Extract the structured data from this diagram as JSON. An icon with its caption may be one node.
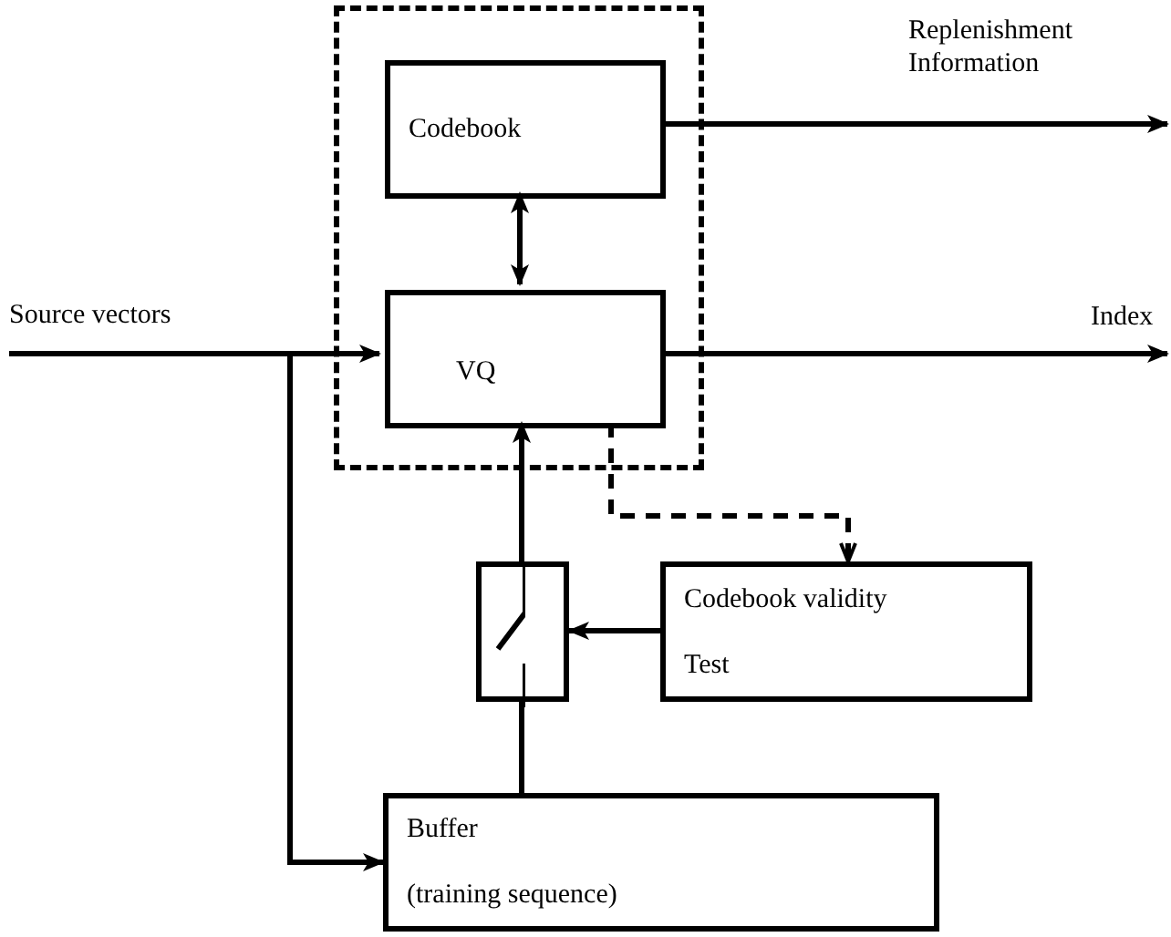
{
  "diagram": {
    "nodes": [
      {
        "text": [],
        "shape": "box"
      },
      {
        "text": [
          "Codebook"
        ],
        "in": 0
      },
      {
        "text": [
          "VQ"
        ],
        "in": 0
      },
      {
        "text": [],
        "shape": "box"
      },
      {
        "text": [
          "Codebook validity",
          "Test"
        ]
      },
      {
        "text": [
          "Buffer",
          "(training sequence)"
        ]
      }
    ],
    "edges": [
      {
        "from": null,
        "to": 2,
        "arrow": "to",
        "label": "Source vectors"
      },
      {
        "from": 1,
        "to": null,
        "arrow": "to",
        "label": "Replenishment Information"
      },
      {
        "from": 2,
        "to": null,
        "arrow": "to",
        "label": "Index"
      },
      {
        "from": 1,
        "to": 2,
        "arrow": "both"
      },
      {
        "from": 3,
        "to": 2,
        "arrow": "to"
      },
      {
        "from": 5,
        "to": 3,
        "arrow": "none"
      },
      {
        "from": 4,
        "to": 3,
        "arrow": "to"
      },
      {
        "from": null,
        "to": 5,
        "arrow": "to"
      },
      {
        "from": 2,
        "to": 4,
        "arrow": "to",
        "style": "dashed"
      }
    ]
  }
}
